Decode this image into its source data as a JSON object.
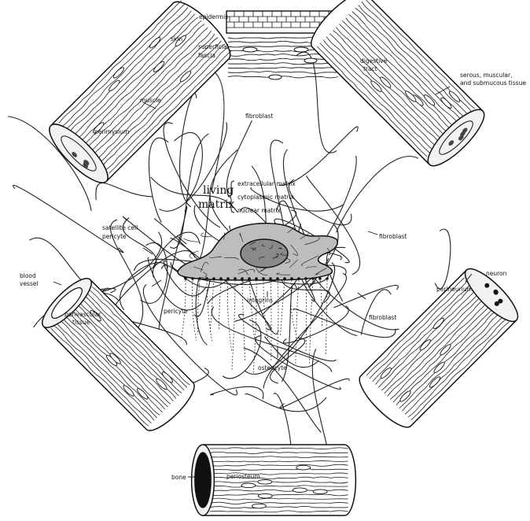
{
  "labels": {
    "skin": "skin",
    "epidermis": "epidermis",
    "superficial_fascia_1": "superficial",
    "superficial_fascia_2": "fascia",
    "fibroblast_top": "fibroblast",
    "muscle": "muscle",
    "perimysium": "perimysium",
    "digestive_tract_1": "digestive",
    "digestive_tract_2": "tract",
    "serous_1": "serous, muscular,",
    "serous_2": "and submucous tissue",
    "living": "living",
    "matrix": "matrix",
    "extracellular_matrix": "extracellular matrix",
    "cytoplasmic_matrix": "cytoplasmic matrix",
    "nuclear_matrix": "nuclear matrix",
    "fibroblast_right": "fibroblast",
    "satellite_cell": "satellite cell",
    "pericyte_upper": "pericyte",
    "integrins": "integrins",
    "blood_vessel_1": "blood",
    "blood_vessel_2": "vessel",
    "perivascular_1": "perivascular",
    "perivascular_2": "tissue",
    "pericyte_lower": "pericyte",
    "fibroblast_lower_right": "fibroblast",
    "neuron": "neuron",
    "perineurium": "perineurium",
    "osteocyte": "osteocyte",
    "bone": "bone",
    "periosteum": "periosteum"
  }
}
